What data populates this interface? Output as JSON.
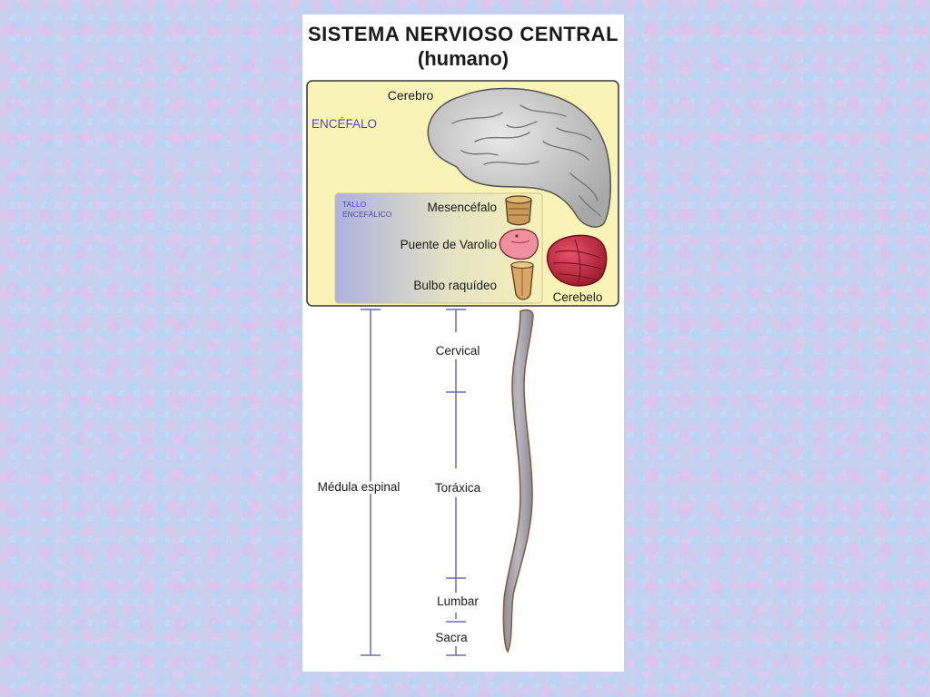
{
  "title": "SISTEMA NERVIOSO CENTRAL",
  "subtitle": "(humano)",
  "brain_section": {
    "encefalo_label": "ENCÉFALO",
    "cerebro_label": "Cerebro",
    "cerebelo_label": "Cerebelo",
    "tallo_label_line1": "TALLO",
    "tallo_label_line2": "ENCEFÁLICO",
    "mesencefalo_label": "Mesencéfalo",
    "puente_label": "Puente de Varolio",
    "bulbo_label": "Bulbo raquídeo"
  },
  "spinal_section": {
    "medula_label": "Médula espinal",
    "segments": [
      "Cervical",
      "Toráxica",
      "Lumbar",
      "Sacra"
    ]
  },
  "colors": {
    "encefalo_bg": "#faf3b6",
    "encefalo_text": "#4a4aa8",
    "tallo_gradient_start": "#b0b4e0",
    "brain_fill": "#cfcfcf",
    "cerebellum_fill": "#c8283e",
    "scale_lines": "#6a6ab8",
    "spinal_cord": "#9a9aa6"
  }
}
